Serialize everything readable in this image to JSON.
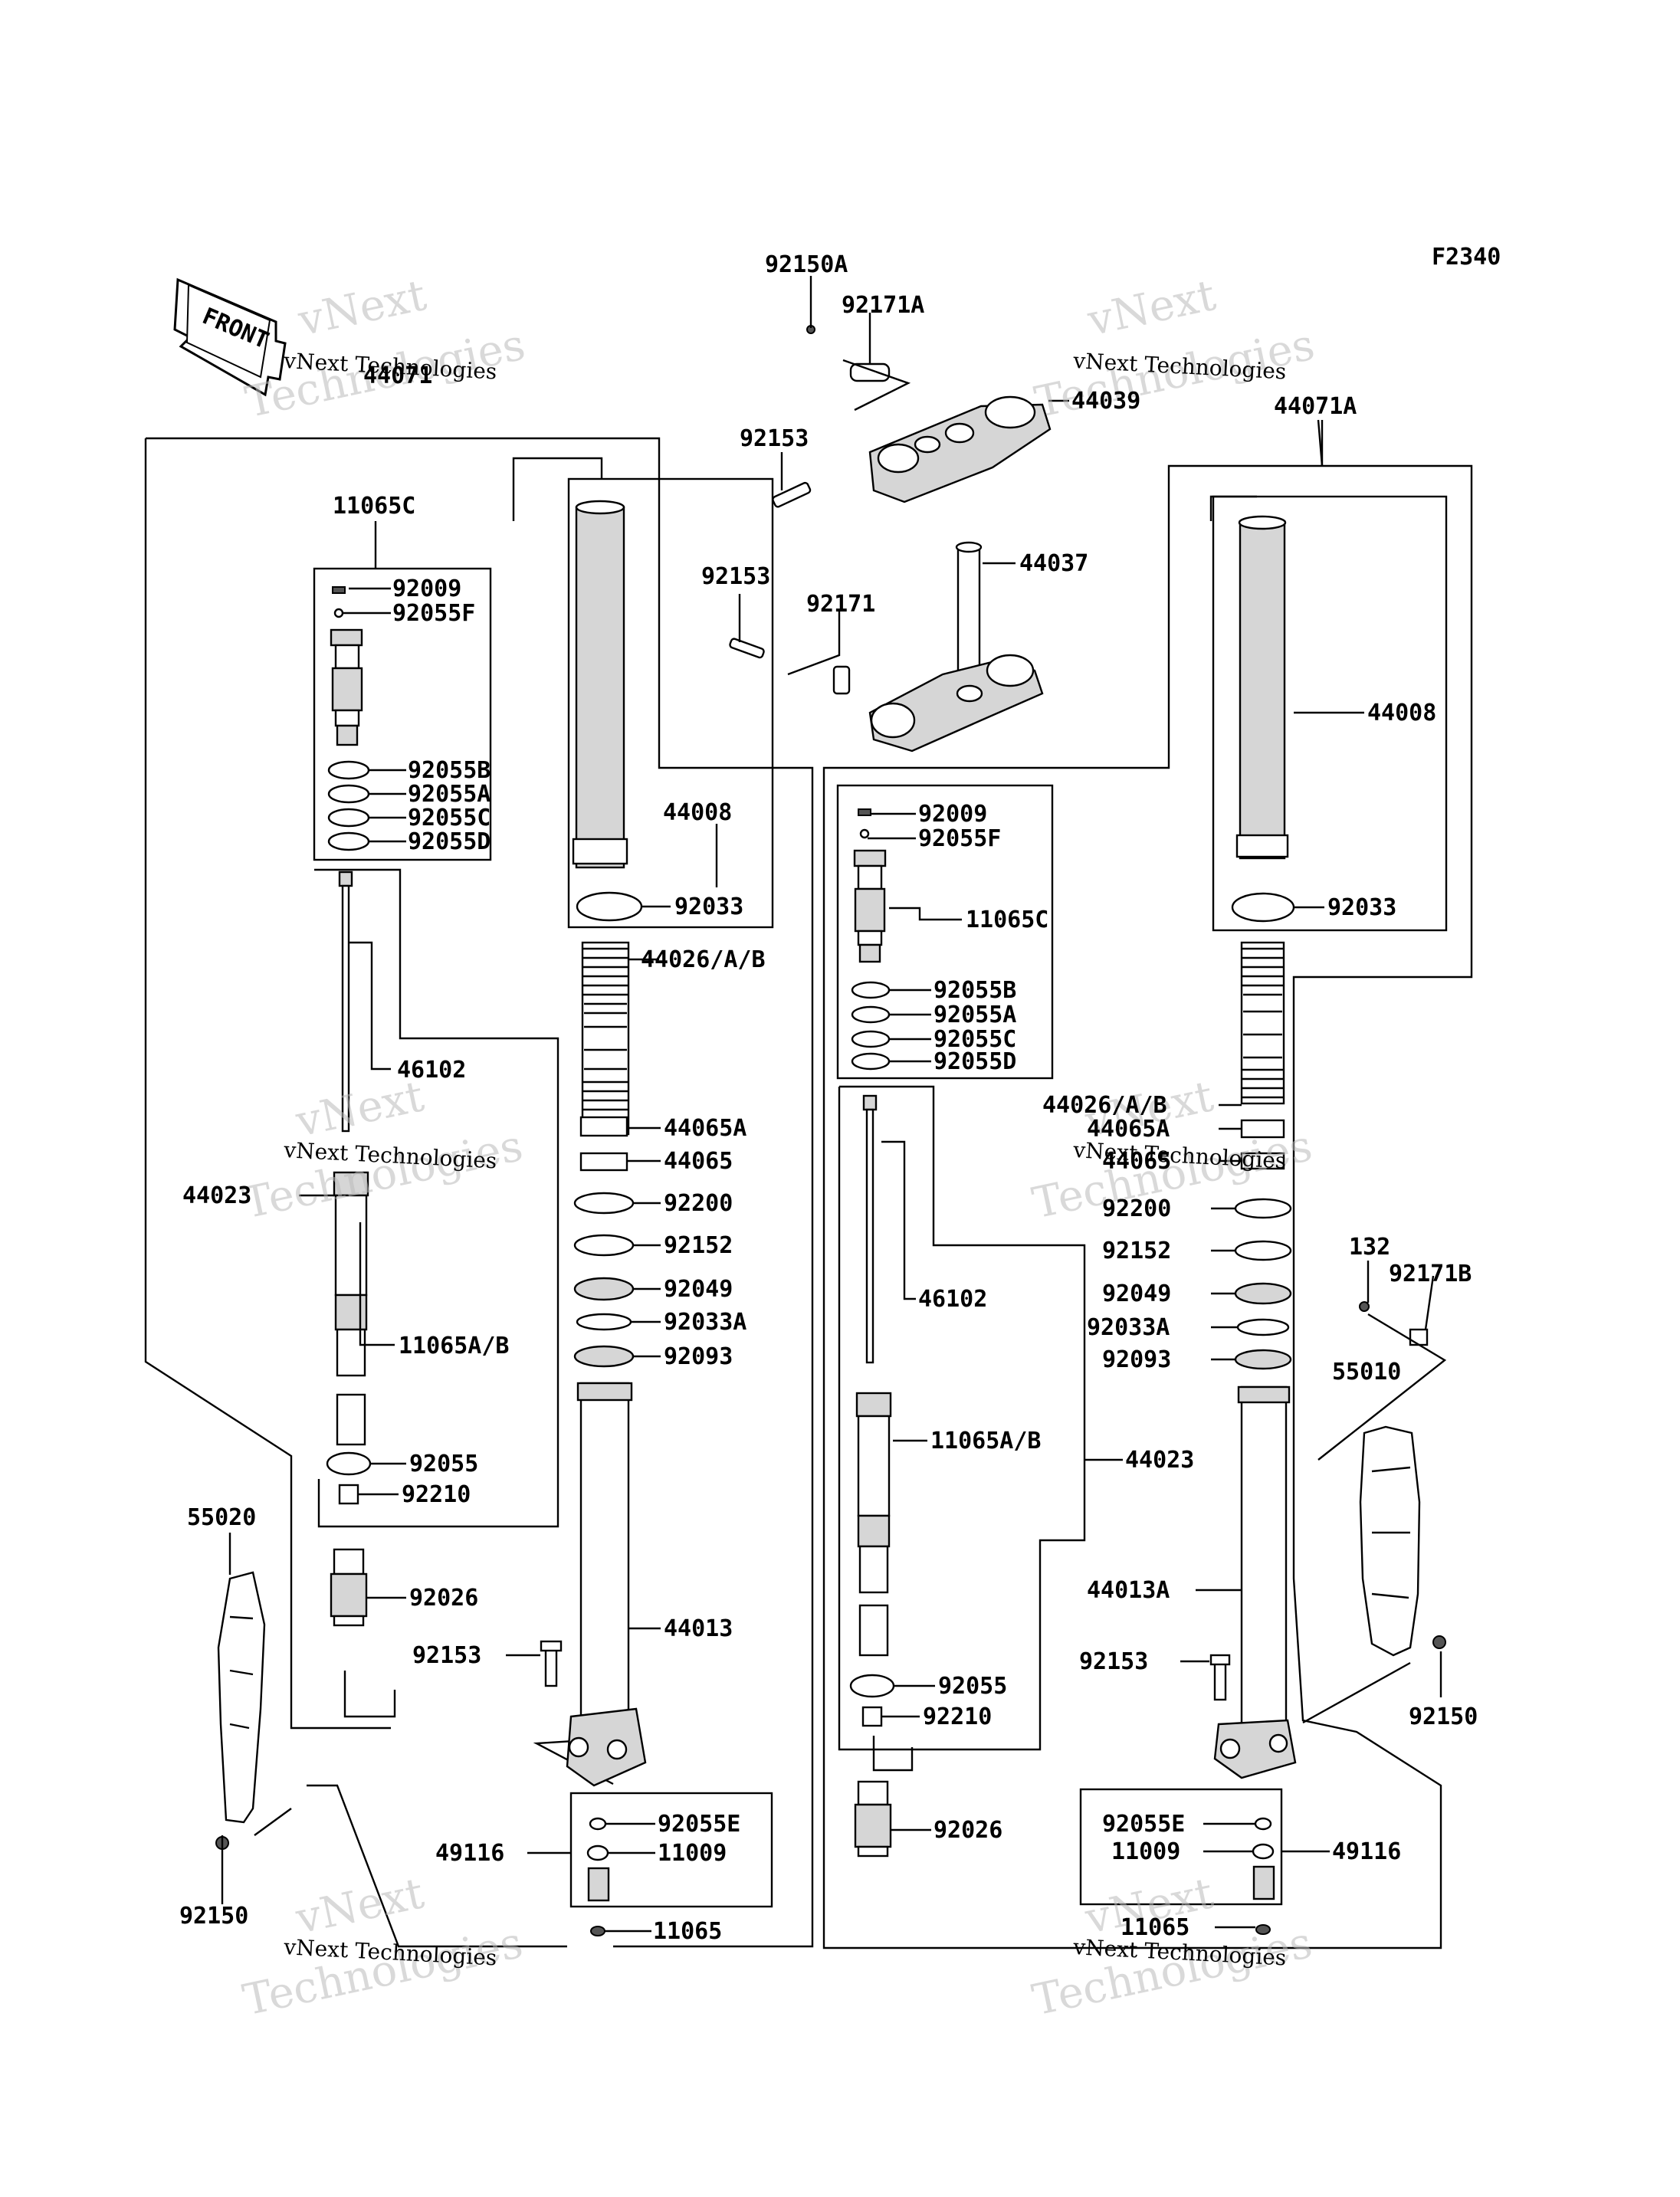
{
  "figure_code": "F2340",
  "front_arrow": "FRONT",
  "watermark": {
    "line1": "vNext",
    "line2": "Technologies",
    "caption": "vNext Technologies"
  },
  "labels": {
    "p92150A": "92150A",
    "p92171A": "92171A",
    "p44039": "44039",
    "p92153_top": "92153",
    "p44071": "44071",
    "p44071A": "44071A",
    "p92153_mid": "92153",
    "p92171": "92171",
    "p44037": "44037",
    "L_11065C": "11065C",
    "L_92009": "92009",
    "L_92055F": "92055F",
    "L_92055B": "92055B",
    "L_92055A": "92055A",
    "L_92055C": "92055C",
    "L_92055D": "92055D",
    "L_46102": "46102",
    "L_44023": "44023",
    "L_11065AB": "11065A/B",
    "L_92055": "92055",
    "L_92210": "92210",
    "L_92026": "92026",
    "L_55020": "55020",
    "L_92153": "92153",
    "L_92150": "92150",
    "L_44008": "44008",
    "L_92033": "92033",
    "L_44026AB": "44026/A/B",
    "L_44065A": "44065A",
    "L_44065": "44065",
    "L_92200": "92200",
    "L_92152": "92152",
    "L_92049": "92049",
    "L_92033A": "92033A",
    "L_92093": "92093",
    "L_44013": "44013",
    "L_92055E": "92055E",
    "L_49116": "49116",
    "L_11009": "11009",
    "L_11065": "11065",
    "R_92009": "92009",
    "R_92055F": "92055F",
    "R_11065C": "11065C",
    "R_92055B": "92055B",
    "R_92055A": "92055A",
    "R_92055C": "92055C",
    "R_92055D": "92055D",
    "R_44008": "44008",
    "R_92033": "92033",
    "R_44026AB": "44026/A/B",
    "R_44065A": "44065A",
    "R_44065": "44065",
    "R_92200": "92200",
    "R_92152": "92152",
    "R_92049": "92049",
    "R_92033A": "92033A",
    "R_92093": "92093",
    "R_46102": "46102",
    "R_11065AB": "11065A/B",
    "R_44023": "44023",
    "R_44013A": "44013A",
    "R_92153": "92153",
    "R_92055": "92055",
    "R_92210": "92210",
    "R_92026": "92026",
    "R_92055E": "92055E",
    "R_11009": "11009",
    "R_49116": "49116",
    "R_11065": "11065",
    "R_132": "132",
    "R_92171B": "92171B",
    "R_55010": "55010",
    "R_92150": "92150"
  }
}
